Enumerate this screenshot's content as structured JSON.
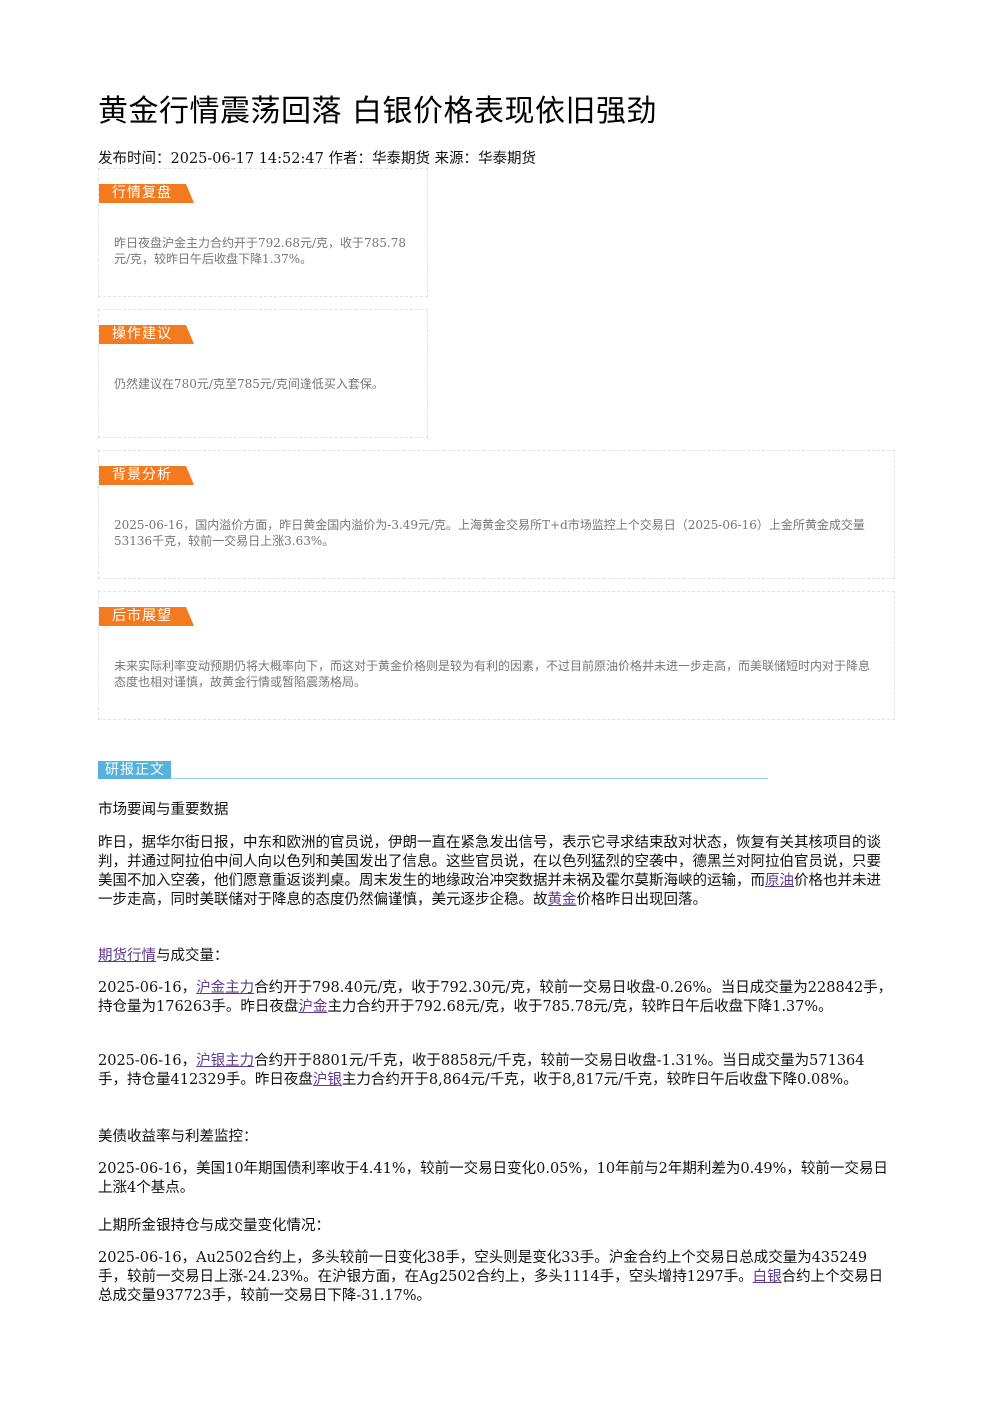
{
  "title": "黄金行情震荡回落 白银价格表现依旧强劲",
  "meta": "发布时间：2025-06-17 14:52:47 作者：华泰期货 来源：华泰期货",
  "boxes": [
    {
      "tag": "行情复盘",
      "text": "昨日夜盘沪金主力合约开于792.68元/克，收于785.78元/克，较昨日午后收盘下降1.37%。"
    },
    {
      "tag": "操作建议",
      "text": "仍然建议在780元/克至785元/克间逢低买入套保。"
    },
    {
      "tag": "背景分析",
      "text": "2025-06-16，国内溢价方面，昨日黄金国内溢价为-3.49元/克。上海黄金交易所T+d市场监控上个交易日（2025-06-16）上金所黄金成交量53136千克，较前一交易日上涨3.63%。"
    },
    {
      "tag": "后市展望",
      "text": "未来实际利率变动预期仍将大概率向下，而这对于黄金价格则是较为有利的因素，不过目前原油价格并未进一步走高，而美联储短时内对于降息态度也相对谨慎，故黄金行情或暂陷震荡格局。"
    }
  ],
  "report_label": "研报正文",
  "sections": {
    "news_heading": "市场要闻与重要数据",
    "news_p1": "昨日，据华尔街日报，中东和欧洲的官员说，伊朗一直在紧急发出信号，表示它寻求结束敌对状态，恢复有关其核项目的谈判，并通过阿拉伯中间人向以色列和美国发出了信息。这些官员说，在以色列猛烈的空袭中，德黑兰对阿拉伯官员说，只要美国不加入空袭，他们愿意重返谈判桌。周末发生的地缘政治冲突数据并未祸及霍尔莫斯海峡的运输，而",
    "news_link1": "原油",
    "news_p2": "价格也并未进一步走高，同时美联储对于降息的态度仍然偏谨慎，美元逐步企稳。故",
    "news_link2": "黄金",
    "news_p3": "价格昨日出现回落。",
    "futures_link": "期货行情",
    "futures_heading_rest": "与成交量：",
    "gold_a": "2025-06-16，",
    "gold_link1": "沪金主力",
    "gold_b": "合约开于798.40元/克，收于792.30元/克，较前一交易日收盘-0.26%。当日成交量为228842手，持仓量为176263手。昨日夜盘",
    "gold_link2": "沪金",
    "gold_c": "主力合约开于792.68元/克，收于785.78元/克，较昨日午后收盘下降1.37%。",
    "silver_a": "2025-06-16，",
    "silver_link1": "沪银主力",
    "silver_b": "合约开于8801元/千克，收于8858元/千克，较前一交易日收盘-1.31%。当日成交量为571364手，持仓量412329手。昨日夜盘",
    "silver_link2": "沪银",
    "silver_c": "主力合约开于8,864元/千克，收于8,817元/千克，较昨日午后收盘下降0.08%。",
    "treasury_heading": "美债收益率与利差监控：",
    "treasury_p": "2025-06-16，美国10年期国债利率收于4.41%，较前一交易日变化0.05%，10年前与2年期利差为0.49%，较前一交易日上涨4个基点。",
    "shfe_heading": "上期所金银持仓与成交量变化情况：",
    "shfe_a": "2025-06-16，Au2502合约上，多头较前一日变化38手，空头则是变化33手。沪金合约上个交易日总成交量为435249手，较前一交易日上涨-24.23%。在沪银方面，在Ag2502合约上，多头1114手，空头增持1297手。",
    "shfe_link": "白银",
    "shfe_b": "合约上个交易日总成交量937723手，较前一交易日下降-31.17%。"
  }
}
